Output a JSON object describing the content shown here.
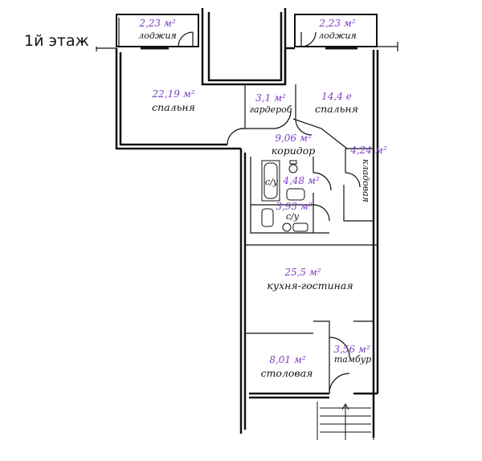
{
  "floor": {
    "label": "1й этаж"
  },
  "rooms": {
    "loggia_left": {
      "area": "2,23 м²",
      "name": "лоджия"
    },
    "loggia_right": {
      "area": "2,23 м²",
      "name": "лоджия"
    },
    "bedroom_left": {
      "area": "22,19 м²",
      "name": "спальня"
    },
    "wardrobe": {
      "area": "3,1 м²",
      "name": "гардероб"
    },
    "bedroom_right": {
      "area": "14,4 е",
      "name": "спальня"
    },
    "corridor": {
      "area": "9,06 м²",
      "name": "коридор"
    },
    "pantry": {
      "area": "4,24 м²",
      "name": "кладовая"
    },
    "bathroom1": {
      "area": "4,48 м²",
      "name": "с/у"
    },
    "bathroom2": {
      "area": "3,93 м²",
      "name": "с/у"
    },
    "kitchen": {
      "area": "25,5 м²",
      "name": "кухня-гостиная"
    },
    "vestibule": {
      "area": "3,56 м²",
      "name": "тамбур"
    },
    "dining": {
      "area": "8,01 м²",
      "name": "столовая"
    }
  },
  "colors": {
    "area_text": "#7b3fc4",
    "walls": "#111111"
  }
}
